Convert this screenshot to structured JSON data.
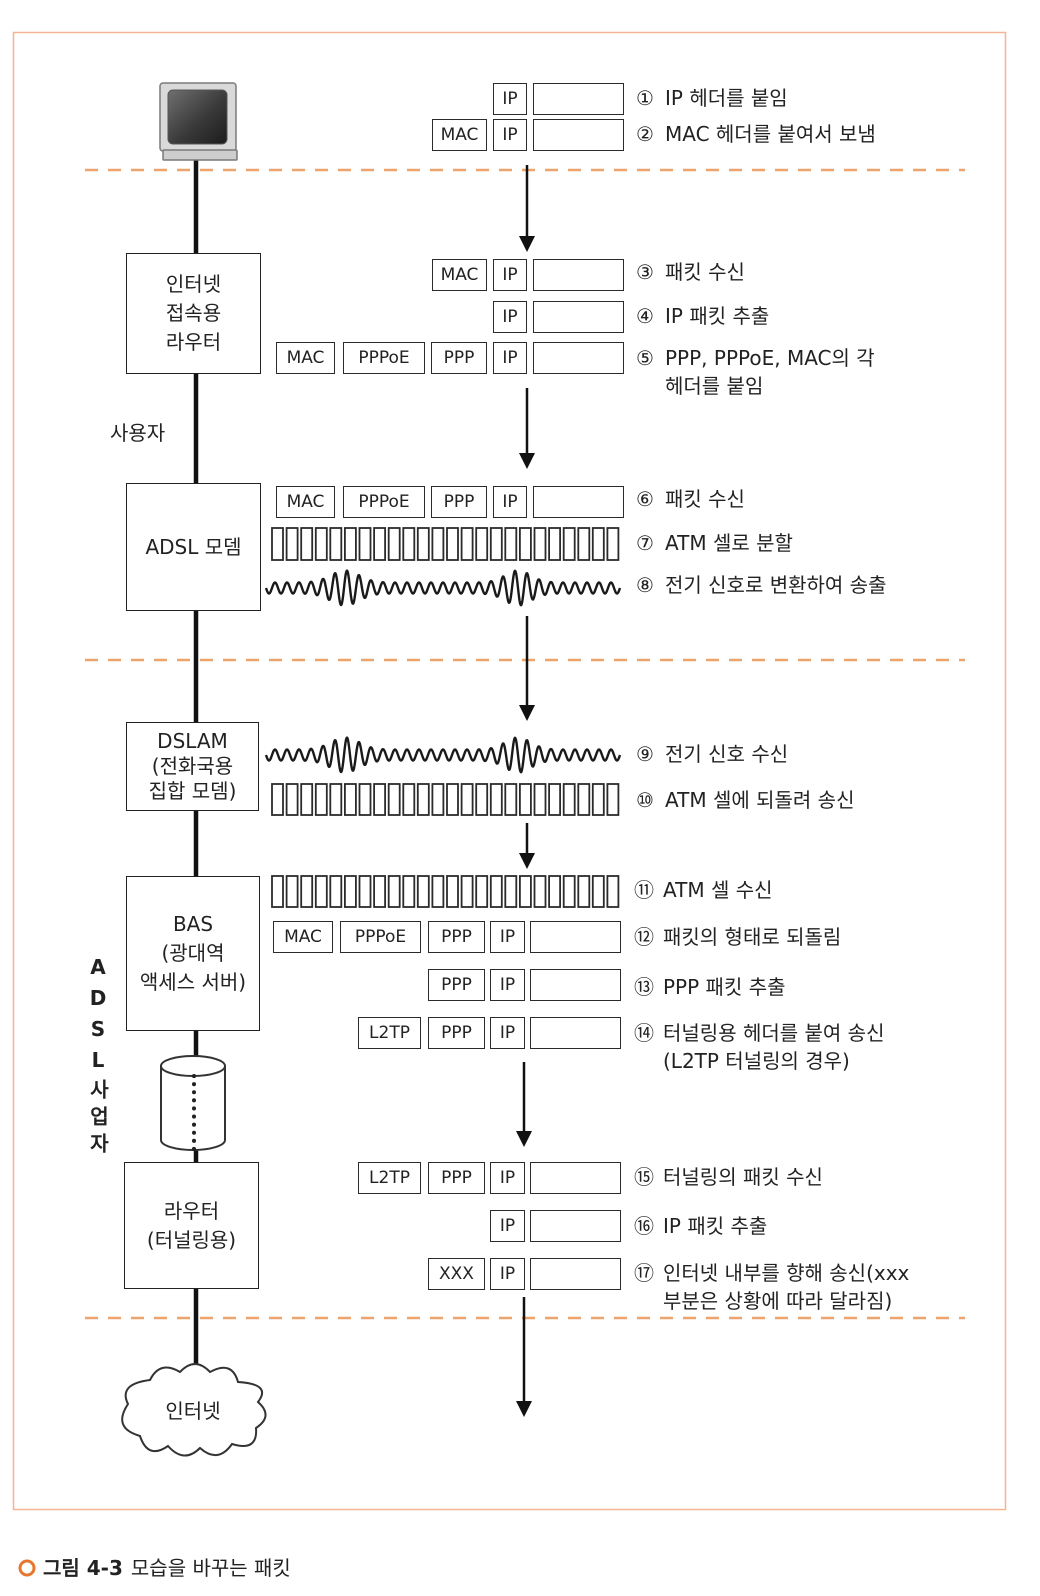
{
  "figure": {
    "caption_label": "그림 4-3",
    "caption_text": "모습을 바꾸는 패킷"
  },
  "icons": {
    "pc": "computer-monitor-icon",
    "tunnel": "cylinder-icon",
    "internet": "cloud-icon",
    "caption": "circle-bullet-icon"
  },
  "colors": {
    "frame": "#f3b594",
    "divider": "#eda46c",
    "accent": "#e9762e",
    "ink": "#222222"
  },
  "nodes": {
    "access_router": {
      "lines": [
        "인터넷",
        "접속용",
        "라우터"
      ]
    },
    "user_label": "사용자",
    "adsl_modem": {
      "lines": [
        "ADSL 모뎀"
      ]
    },
    "dslam": {
      "lines": [
        "DSLAM",
        "(전화국용",
        "집합 모뎀)"
      ]
    },
    "bas": {
      "lines": [
        "BAS",
        "(광대역",
        "액세스 서버)"
      ]
    },
    "tunnel_router": {
      "lines": [
        "라우터",
        "(터널링용)"
      ]
    },
    "internet": "인터넷",
    "provider_label": {
      "line1": "ADSL",
      "line2": "사업자"
    }
  },
  "packets": {
    "step1": [
      "IP"
    ],
    "step2": [
      "MAC",
      "IP"
    ],
    "step3": [
      "MAC",
      "IP"
    ],
    "step4": [
      "IP"
    ],
    "step5": [
      "MAC",
      "PPPoE",
      "PPP",
      "IP"
    ],
    "step6": [
      "MAC",
      "PPPoE",
      "PPP",
      "IP"
    ],
    "step12": [
      "MAC",
      "PPPoE",
      "PPP",
      "IP"
    ],
    "step13": [
      "PPP",
      "IP"
    ],
    "step14": [
      "L2TP",
      "PPP",
      "IP"
    ],
    "step15": [
      "L2TP",
      "PPP",
      "IP"
    ],
    "step16": [
      "IP"
    ],
    "step17": [
      "XXX",
      "IP"
    ]
  },
  "steps": [
    {
      "num": "①",
      "text": "IP 헤더를 붙임"
    },
    {
      "num": "②",
      "text": "MAC 헤더를 붙여서 보냄"
    },
    {
      "num": "③",
      "text": "패킷 수신"
    },
    {
      "num": "④",
      "text": "IP 패킷 추출"
    },
    {
      "num": "⑤",
      "text": "PPP, PPPoE, MAC의 각",
      "cont": "헤더를 붙임"
    },
    {
      "num": "⑥",
      "text": "패킷 수신"
    },
    {
      "num": "⑦",
      "text": "ATM 셀로 분할"
    },
    {
      "num": "⑧",
      "text": "전기 신호로 변환하여 송출"
    },
    {
      "num": "⑨",
      "text": "전기 신호 수신"
    },
    {
      "num": "⑩",
      "text": "ATM 셀에 되돌려 송신"
    },
    {
      "num": "⑪",
      "text": "ATM 셀 수신"
    },
    {
      "num": "⑫",
      "text": "패킷의 형태로 되돌림"
    },
    {
      "num": "⑬",
      "text": "PPP 패킷 추출"
    },
    {
      "num": "⑭",
      "text": "터널링용 헤더를 붙여 송신",
      "cont": "(L2TP 터널링의 경우)"
    },
    {
      "num": "⑮",
      "text": "터널링의 패킷 수신"
    },
    {
      "num": "⑯",
      "text": "IP 패킷 추출"
    },
    {
      "num": "⑰",
      "text": "인터넷 내부를 향해 송신(xxx",
      "cont": "부분은 상황에 따라 달라짐)"
    }
  ]
}
